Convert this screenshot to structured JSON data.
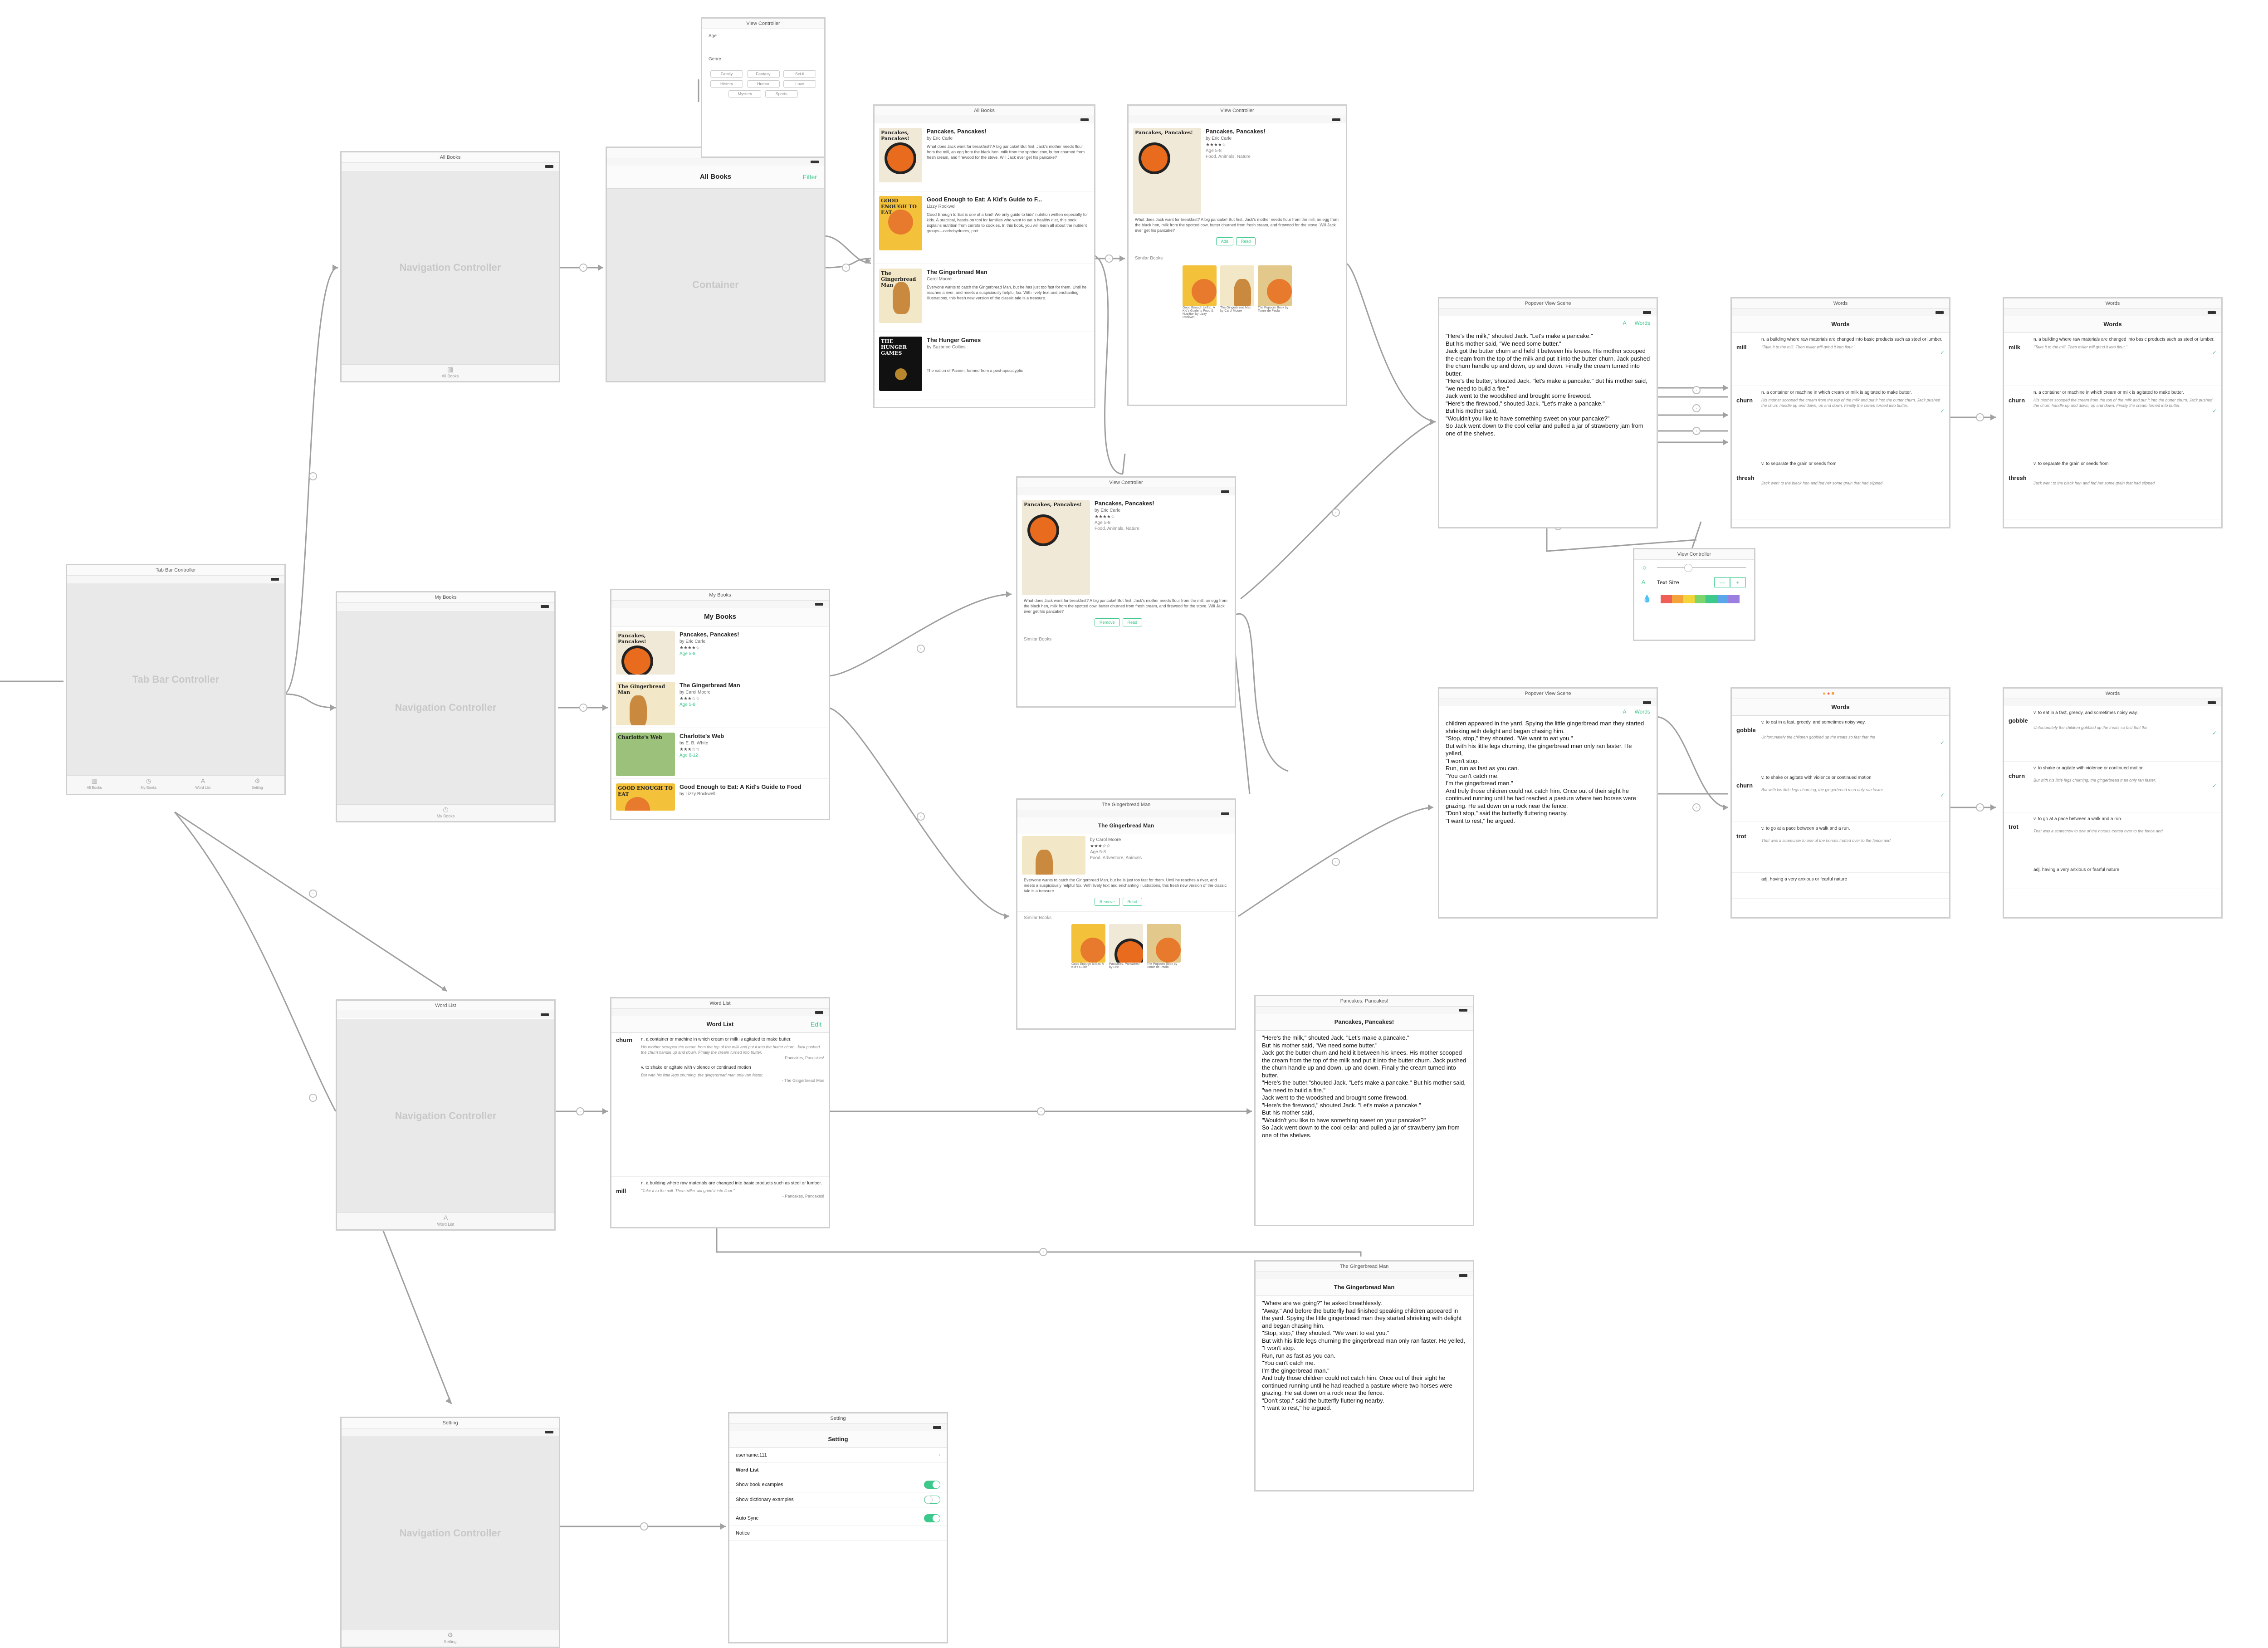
{
  "tab_bar_controller": {
    "title": "Tab Bar Controller",
    "label": "Tab Bar Controller",
    "tabs": [
      "All Books",
      "My Books",
      "Word List",
      "Setting"
    ]
  },
  "nav_all_books": {
    "title": "All Books",
    "label": "Navigation Controller",
    "footer": "All Books"
  },
  "nav_my_books": {
    "title": "My Books",
    "label": "Navigation Controller",
    "footer": "My Books"
  },
  "nav_word_list": {
    "title": "Word List",
    "label": "Navigation Controller",
    "footer": "Word List"
  },
  "nav_setting": {
    "title": "Setting",
    "label": "Navigation Controller",
    "footer": "Setting"
  },
  "container": {
    "title": "All Books",
    "nav_title": "All Books",
    "filter": "Filter",
    "label": "Container"
  },
  "filter_vc": {
    "title": "View Controller",
    "age_label": "Age",
    "genre_label": "Genre",
    "genres": [
      "Family",
      "Fantasy",
      "Sci-fi",
      "History",
      "Humor",
      "Love",
      "Mystery",
      "Sports"
    ]
  },
  "all_books_list": {
    "title": "All Books",
    "books": [
      {
        "title": "Pancakes, Pancakes!",
        "author": "by Eric Carle",
        "cover": "Pancakes, Pancakes!",
        "desc": "What does Jack want for breakfast? A big pancake! But first, Jack's mother needs flour from the mill, an egg from the black hen, milk from the spotted cow, butter churned from fresh cream, and firewood for the stove. Will Jack ever get his pancake?"
      },
      {
        "title": "Good Enough to Eat: A Kid's Guide to F...",
        "author": "Lizzy Rockwell",
        "cover": "GOOD ENOUGH TO EAT",
        "desc": "Good Enough to Eat is one of a kind! We only guide to kids' nutrition written especially for kids. A practical, hands-on tool for families who want to eat a healthy diet, this book explains nutrition from carrots to cookies. In this book, you will learn all about the nutrient groups—carbohydrates, prot..."
      },
      {
        "title": "The Gingerbread Man",
        "author": "Carol Moore",
        "cover": "The Gingerbread Man",
        "desc": "Everyone wants to catch the Gingerbread Man, but he has just too fast for them. Until he reaches a river, and meets a suspiciously helpful fox. With lively text and enchanting illustrations, this fresh new version of the classic tale is a treasure."
      },
      {
        "title": "The Hunger Games",
        "author": "by Suzanne Collins",
        "cover": "THE HUNGER GAMES",
        "desc": "The nation of Panem, formed from a post-apocalyptic"
      }
    ]
  },
  "detail_top": {
    "title": "View Controller",
    "book_title": "Pancakes, Pancakes!",
    "author": "by Eric Carle",
    "stars": "★★★★☆",
    "age": "Age 5-8",
    "genres": "Food, Animals, Nature",
    "desc": "What does Jack want for breakfast? A big pancake! But first, Jack's mother needs flour from the mill, an egg from the black hen, milk from the spotted cow, butter churned from fresh cream, and firewood for the stove. Will Jack ever get his pancake?",
    "btn_add": "Add",
    "btn_read": "Read",
    "similar": "Similar Books",
    "similar_books": [
      "Good Enough to Eat: A Kid's Guide to Food & Nutrition by Lizzy Rockwell",
      "The Gingerbread Man by Carol Moore",
      "The Popcorn Book by Tomie de Paola"
    ]
  },
  "detail_mid": {
    "title": "View Controller",
    "book_title": "Pancakes, Pancakes!",
    "author": "by Eric Carle",
    "stars": "★★★★☆",
    "age": "Age 5-8",
    "genres": "Food, Animals, Nature",
    "desc": "What does Jack want for breakfast? A big pancake! But first, Jack's mother needs flour from the mill, an egg from the black hen, milk from the spotted cow, butter churned from fresh cream, and firewood for the stove. Will Jack ever get his pancake?",
    "btn_remove": "Remove",
    "btn_read": "Read",
    "similar": "Similar Books"
  },
  "detail_ginger": {
    "title": "The Gingerbread Man",
    "nav_title": "The Gingerbread Man",
    "author": "by Carol Moore",
    "stars": "★★★☆☆",
    "age": "Age 5-8",
    "genres": "Food, Adventure, Animals",
    "desc": "Everyone wants to catch the Gingerbread Man, but he is just too fast for them. Until he reaches a river, and meets a suspiciously helpful fox. With lively text and enchanting illustrations, this fresh new version of the classic tale is a treasure.",
    "btn_remove": "Remove",
    "btn_read": "Read",
    "similar": "Similar Books",
    "similar_books": [
      "Good Enough to Eat: A Kid's Guide",
      "Pancakes, Pancakes! by Eric",
      "The Popcorn Book by Tomie de Paola"
    ]
  },
  "my_books": {
    "title": "My Books",
    "nav_title": "My Books",
    "books": [
      {
        "title": "Pancakes, Pancakes!",
        "author": "by Eric Carle",
        "stars": "★★★★☆",
        "age": "Age 5-8",
        "cover": "Pancakes, Pancakes!"
      },
      {
        "title": "The Gingerbread Man",
        "author": "by Carol Moore",
        "stars": "★★★☆☆",
        "age": "Age 5-8",
        "cover": "The Gingerbread Man"
      },
      {
        "title": "Charlotte's Web",
        "author": "by E. B. White",
        "stars": "★★★☆☆",
        "age": "Age 8-12",
        "cover": "Charlotte's Web"
      },
      {
        "title": "Good Enough to Eat: A Kid's Guide to Food",
        "author": "by Lizzy Rockwell",
        "stars": "",
        "age": "",
        "cover": "GOOD ENOUGH TO EAT"
      }
    ]
  },
  "popover_top": {
    "title": "Popover View Scene",
    "words_btn": "Words",
    "text": "\"Here's the milk,\" shouted Jack. \"Let's make a pancake.\"\nBut his mother said, \"We need some butter.\"\nJack got the butter churn and held it between his knees. His mother scooped the cream from the top of the milk and put it into the butter churn. Jack pushed the churn handle up and down, up and down. Finally the cream turned into butter.\n\"Here's the butter,\"shouted Jack. \"let's make a pancake.\" But his mother said, \"we need to build a fire.\"\nJack went to the woodshed and brought some firewood.\n\"Here's the firewood,\" shouted Jack. \"Let's make a pancake.\"\nBut his mother said,\n\"Wouldn't you like to have something sweet on your pancake?\"\nSo Jack went down to the cool cellar and pulled a jar of strawberry jam from one of the shelves."
  },
  "popover_bottom": {
    "title": "Popover View Scene",
    "words_btn": "Words",
    "text": "children appeared in the yard. Spying the little gingerbread man they started shrieking with delight and began chasing him.\n\"Stop, stop,\" they shouted. \"We want to eat you.\"\nBut with his little legs churning, the gingerbread man only ran faster. He yelled,\n\"I won't stop.\nRun, run as fast as you can.\n\"You can't catch me.\nI'm the gingerbread man.\"\nAnd truly those children could not catch him. Once out of their sight he continued running until he had reached a pasture where two horses were grazing. He sat down on a rock near the fence.\n\"Don't stop,\" said the butterfly fluttering nearby.\n\"I want to rest,\" he argued."
  },
  "text_size_vc": {
    "title": "View Controller",
    "text_size": "Text Size",
    "minus": "—",
    "plus": "+",
    "swatches": [
      "#ef5f57",
      "#f3a33a",
      "#f3d43a",
      "#7cd46b",
      "#3cc98b",
      "#5aa6e8",
      "#9b7fe0"
    ]
  },
  "words_a": {
    "title": "Words",
    "nav_title": "Words",
    "rows": [
      {
        "word": "mill",
        "def": "n. a building where raw materials are changed into basic products such as steel or lumber.",
        "ex": "\"Take it to the mill. Then miller will grind it into flour.\""
      },
      {
        "word": "churn",
        "def": "n. a container or machine in which cream or milk is agitated to make butter.",
        "ex": "His mother scooped the cream from the top of the milk and put it into the butter churn. Jack pushed the churn handle up and down, up and down. Finally the cream turned into butter."
      },
      {
        "word": "thresh",
        "def": "v. to separate the grain or seeds from",
        "ex": "Jack went to the black hen and fed her some grain that had slipped"
      }
    ]
  },
  "words_b": {
    "title": "Words",
    "nav_title": "Words",
    "rows": [
      {
        "word": "milk",
        "def": "n. a building where raw materials are changed into basic products such as steel or lumber.",
        "ex": "\"Take it to the mill. Then miller will grind it into flour.\""
      },
      {
        "word": "churn",
        "def": "n. a container or machine in which cream or milk is agitated to make butter.",
        "ex": "His mother scooped the cream from the top of the milk and put it into the butter churn. Jack pushed the churn handle up and down, up and down. Finally the cream turned into butter."
      },
      {
        "word": "thresh",
        "def": "v. to separate the grain or seeds from",
        "ex": "Jack went to the black hen and fed her some grain that had slipped"
      }
    ]
  },
  "words_c": {
    "title": "Words",
    "rows": [
      {
        "word": "gobble",
        "def": "v. to eat in a fast, greedy, and sometimes noisy way.",
        "ex": "Unfortunately the children gobbled up the treats so fast that the"
      },
      {
        "word": "churn",
        "def": "v. to shake or agitate with violence or continued motion",
        "ex": "But with his little legs churning, the gingerbread man only ran faster."
      },
      {
        "word": "trot",
        "def": "v. to go at a pace between a walk and a run.",
        "ex": "That was a scarecrow to one of the horses trotted over to the fence and"
      },
      {
        "word": "",
        "def": "adj. having a very anxious or fearful nature",
        "ex": ""
      }
    ]
  },
  "words_d": {
    "title": "Words",
    "rows": [
      {
        "word": "gobble",
        "def": "v. to eat in a fast, greedy, and sometimes noisy way.",
        "ex": "Unfortunately the children gobbled up the treats so fast that the"
      },
      {
        "word": "churn",
        "def": "v. to shake or agitate with violence or continued motion",
        "ex": "But with his little legs churning, the gingerbread man only ran faster."
      },
      {
        "word": "trot",
        "def": "v. to go at a pace between a walk and a run.",
        "ex": "That was a scarecrow to one of the horses trotted over to the fence and"
      },
      {
        "word": "",
        "def": "adj. having a very anxious or fearful nature",
        "ex": ""
      }
    ]
  },
  "word_list_screen": {
    "title": "Word List",
    "nav_title": "Word List",
    "edit": "Edit",
    "entries": [
      {
        "word": "churn",
        "defs": [
          {
            "def": "n. a container or machine in which cream or milk is agitated to make butter.",
            "ex": "His mother scooped the cream from the top of the milk and put it into the butter churn. Jack pushed the churn handle up and down. Finally the cream turned into butter.",
            "src": "- Pancakes, Pancakes!"
          },
          {
            "def": "v. to shake or agitate with violence or continued motion",
            "ex": "But with his little legs churning, the gingerbread man only ran faster.",
            "src": "- The Gingerbread Man"
          }
        ]
      },
      {
        "word": "mill",
        "defs": [
          {
            "def": "n. a building where raw materials are changed into basic products such as steel or lumber.",
            "ex": "\"Take it to the mill. Then miller will grind it into flour.\"",
            "src": "- Pancakes, Pancakes!"
          }
        ]
      }
    ]
  },
  "reader_pancakes": {
    "title": "Pancakes, Pancakes!",
    "nav_title": "Pancakes, Pancakes!",
    "text": "\"Here's the milk,\" shouted Jack. \"Let's make a pancake.\"\nBut his mother said, \"We need some butter.\"\nJack got the butter churn and held it between his knees. His mother scooped the cream from the top of the milk and put it into the butter churn. Jack pushed the churn handle up and down, up and down. Finally the cream turned into butter.\n\"Here's the butter,\"shouted Jack. \"Let's make a pancake.\" But his mother said, \"we need to build a fire.\"\nJack went to the woodshed and brought some firewood.\n\"Here's the firewood,\" shouted Jack. \"Let's make a pancake.\"\nBut his mother said,\n\"Wouldn't you like to have something sweet on your pancake?\"\nSo Jack went down to the cool cellar and pulled a jar of strawberry jam from one of the shelves."
  },
  "reader_ginger": {
    "title": "The Gingerbread Man",
    "nav_title": "The Gingerbread Man",
    "text": "\"Where are we going?\" he asked breathlessly.\n\"Away.\" And before the butterfly had finished speaking children appeared in the yard. Spying the little gingerbread man they started shrieking with delight and began chasing him.\n\"Stop, stop,\" they shouted. \"We want to eat you.\"\nBut with his little legs churning the gingerbread man only ran faster. He yelled,\n\"I won't stop.\nRun, run as fast as you can.\n\"You can't catch me.\nI'm the gingerbread man.\"\nAnd truly those children could not catch him. Once out of their sight he continued running until he had reached a pasture where two horses were grazing. He sat down on a rock near the fence.\n\"Don't stop,\" said the butterfly fluttering nearby.\n\"I want to rest,\" he argued."
  },
  "settings": {
    "title": "Setting",
    "nav_title": "Setting",
    "username": "username:111",
    "section": "Word List",
    "rows": [
      {
        "label": "Show book examples",
        "on": true
      },
      {
        "label": "Show dictionary examples",
        "on": false
      },
      {
        "label": "Auto Sync",
        "on": true
      },
      {
        "label": "Notice",
        "on": false
      }
    ]
  },
  "colors": {
    "accent": "#3cc98b",
    "border": "#cfcfcf",
    "wire": "#9a9a9a"
  }
}
